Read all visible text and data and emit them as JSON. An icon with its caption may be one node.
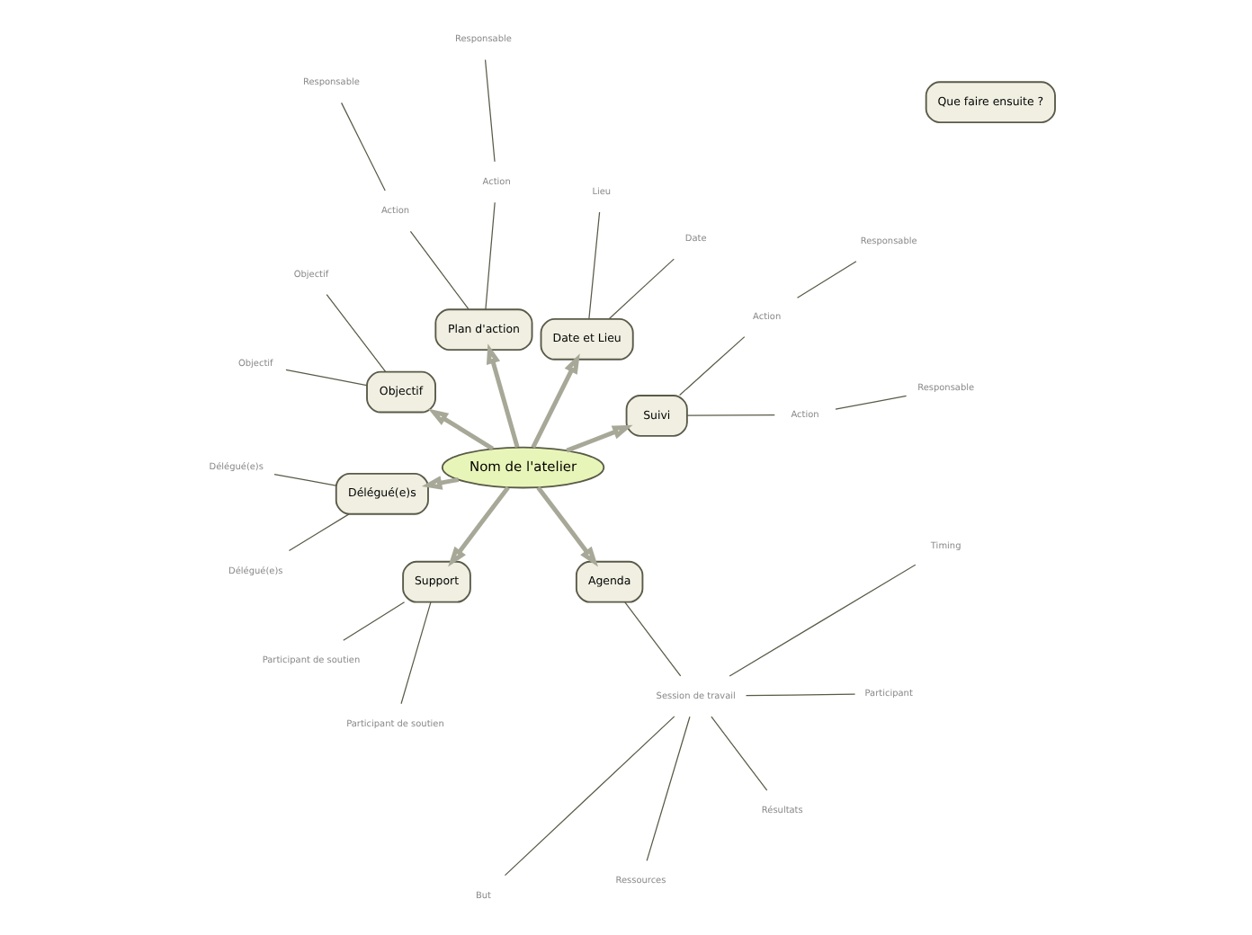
{
  "diagram": {
    "nodes": [
      {
        "text": [
          "Nom de l'atelier"
        ]
      },
      {
        "text": [
          "Suivi"
        ]
      },
      {
        "text": [
          "Action"
        ]
      },
      {
        "text": [
          "Responsable"
        ]
      },
      {
        "text": [
          "Action"
        ]
      },
      {
        "text": [
          "Responsable"
        ]
      },
      {
        "text": [
          "Date et Lieu"
        ]
      },
      {
        "text": [
          "Date"
        ]
      },
      {
        "text": [
          "Lieu"
        ]
      },
      {
        "text": [
          "Plan d'action"
        ]
      },
      {
        "text": [
          "Action"
        ]
      },
      {
        "text": [
          "Responsable"
        ]
      },
      {
        "text": [
          "Action"
        ]
      },
      {
        "text": [
          "Responsable"
        ]
      },
      {
        "text": [
          "Objectif"
        ]
      },
      {
        "text": [
          "Objectif"
        ]
      },
      {
        "text": [
          "Objectif"
        ]
      },
      {
        "text": [
          "Délégué(e)s"
        ]
      },
      {
        "text": [
          "Délégué(e)s"
        ]
      },
      {
        "text": [
          "Délégué(e)s"
        ]
      },
      {
        "text": [
          "Support"
        ]
      },
      {
        "text": [
          "Participant de soutien"
        ]
      },
      {
        "text": [
          "Participant de soutien"
        ]
      },
      {
        "text": [
          "Agenda"
        ]
      },
      {
        "text": [
          "Session de travail"
        ]
      },
      {
        "text": [
          "But"
        ]
      },
      {
        "text": [
          "Ressources"
        ]
      },
      {
        "text": [
          "Résultats"
        ]
      },
      {
        "text": [
          "Participant"
        ]
      },
      {
        "text": [
          "Timing"
        ]
      },
      {
        "text": [
          "Que faire ensuite ?"
        ]
      }
    ],
    "edges": [
      {
        "from": 0,
        "to": 1,
        "arrow": "to",
        "style": "thick"
      },
      {
        "from": 1,
        "to": 2,
        "arrow": "none"
      },
      {
        "from": 2,
        "to": 3,
        "arrow": "none"
      },
      {
        "from": 1,
        "to": 4,
        "arrow": "none"
      },
      {
        "from": 4,
        "to": 5,
        "arrow": "none"
      },
      {
        "from": 0,
        "to": 6,
        "arrow": "to",
        "style": "thick"
      },
      {
        "from": 6,
        "to": 7,
        "arrow": "none"
      },
      {
        "from": 6,
        "to": 8,
        "arrow": "none"
      },
      {
        "from": 0,
        "to": 9,
        "arrow": "to",
        "style": "thick"
      },
      {
        "from": 9,
        "to": 10,
        "arrow": "none"
      },
      {
        "from": 10,
        "to": 11,
        "arrow": "none"
      },
      {
        "from": 9,
        "to": 12,
        "arrow": "none"
      },
      {
        "from": 12,
        "to": 13,
        "arrow": "none"
      },
      {
        "from": 0,
        "to": 14,
        "arrow": "to",
        "style": "thick"
      },
      {
        "from": 14,
        "to": 15,
        "arrow": "none"
      },
      {
        "from": 14,
        "to": 16,
        "arrow": "none"
      },
      {
        "from": 0,
        "to": 17,
        "arrow": "to",
        "style": "thick"
      },
      {
        "from": 17,
        "to": 18,
        "arrow": "none"
      },
      {
        "from": 17,
        "to": 19,
        "arrow": "none"
      },
      {
        "from": 0,
        "to": 20,
        "arrow": "to",
        "style": "thick"
      },
      {
        "from": 20,
        "to": 21,
        "arrow": "none"
      },
      {
        "from": 20,
        "to": 22,
        "arrow": "none"
      },
      {
        "from": 0,
        "to": 23,
        "arrow": "to",
        "style": "thick"
      },
      {
        "from": 23,
        "to": 24,
        "arrow": "none"
      },
      {
        "from": 24,
        "to": 25,
        "arrow": "none"
      },
      {
        "from": 24,
        "to": 26,
        "arrow": "none"
      },
      {
        "from": 24,
        "to": 27,
        "arrow": "none"
      },
      {
        "from": 24,
        "to": 28,
        "arrow": "none"
      },
      {
        "from": 24,
        "to": 29,
        "arrow": "none"
      }
    ]
  }
}
